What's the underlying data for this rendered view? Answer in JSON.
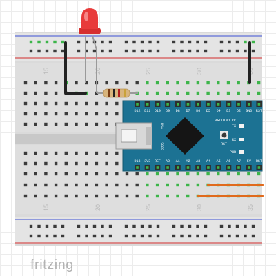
{
  "brand": {
    "name": "fritzing"
  },
  "breadboard": {
    "column_numbers_top": [
      "15",
      "20",
      "25",
      "30",
      "35"
    ],
    "column_numbers_bottom": [
      "15",
      "20",
      "25",
      "30",
      "35"
    ],
    "colors": {
      "body": "#d9d9d9",
      "hole": "#3a3a3a",
      "active_hole": "#3cb54a",
      "rail_red": "#d22c2c",
      "rail_blue": "#3b4fd4"
    }
  },
  "arduino": {
    "board_name": "ARDUINO.CC",
    "top_pins": [
      "D12",
      "D11",
      "D10",
      "D9",
      "D8",
      "D7",
      "D6",
      "D5",
      "D4",
      "D3",
      "D2",
      "GND",
      "RST"
    ],
    "bottom_pins": [
      "D13",
      "3V3",
      "REF",
      "A0",
      "A1",
      "A2",
      "A3",
      "A4",
      "A5",
      "A6",
      "A7",
      "5V",
      "RST"
    ],
    "side_labels": {
      "usa": "USA",
      "model": "2009",
      "rst": "RST",
      "tx": "TX",
      "rx": "RX",
      "pwr": "PWR"
    },
    "colors": {
      "pcb": "#1c7293",
      "header": "#2e2e2e",
      "chip": "#1a1a1a"
    }
  },
  "components": {
    "led_color": "#e83a3a",
    "resistor_color": "#d8b57d",
    "wire_black": "#222222",
    "wire_orange": "#e06a1c",
    "leg_color": "#9a9a9a"
  }
}
